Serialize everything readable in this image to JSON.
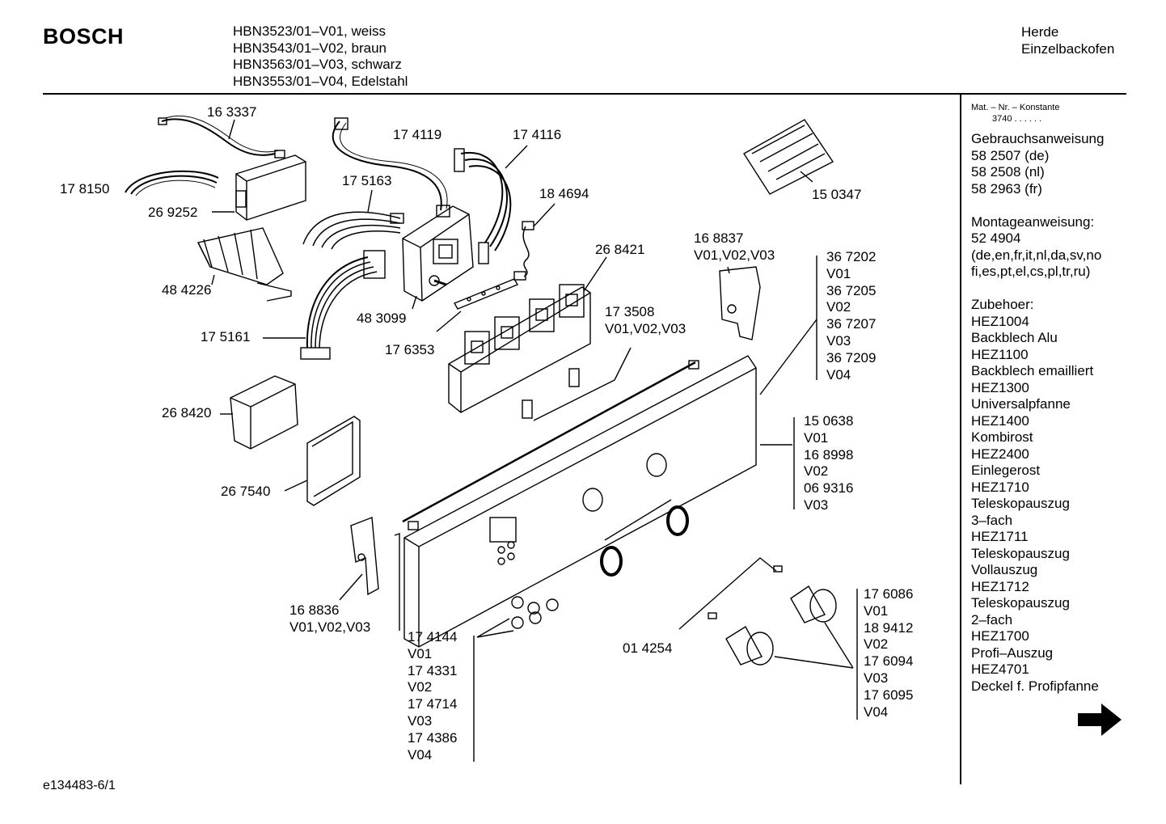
{
  "header": {
    "brand": "BOSCH",
    "models": [
      "HBN3523/01–V01, weiss",
      "HBN3543/01–V02, braun",
      "HBN3563/01–V03, schwarz",
      "HBN3553/01–V04, Edelstahl"
    ],
    "category": [
      "Herde",
      "Einzelbackofen"
    ]
  },
  "sidebar": {
    "mat_nr_label": "Mat. – Nr. – Konstante",
    "mat_nr_value": "3740  .  .  .  .  .  .",
    "gebrauch": {
      "title": "Gebrauchsanweisung",
      "items": [
        "58 2507 (de)",
        "58 2508 (nl)",
        "58 2963 (fr)"
      ]
    },
    "montage": {
      "title": "Montageanweisung:",
      "items": [
        "52 4904",
        "(de,en,fr,it,nl,da,sv,no",
        "fi,es,pt,el,cs,pl,tr,ru)"
      ]
    },
    "zubehoer": {
      "title": "Zubehoer:",
      "items": [
        "HEZ1004",
        "Backblech Alu",
        "HEZ1100",
        "Backblech emailliert",
        "HEZ1300",
        "Universalpfanne",
        "HEZ1400",
        "Kombirost",
        "HEZ2400",
        "Einlegerost",
        "HEZ1710",
        "Teleskopauszug",
        "3–fach",
        "HEZ1711",
        "Teleskopauszug",
        "Vollauszug",
        "HEZ1712",
        "Teleskopauszug",
        "2–fach",
        "HEZ1700",
        "Profi–Auszug",
        "HEZ4701",
        "Deckel f. Profipfanne"
      ]
    },
    "next_icon": "arrow-right-icon"
  },
  "footer": {
    "doc_id": "e134483-6/1"
  },
  "parts": {
    "p163337": "16 3337",
    "p178150": "17 8150",
    "p269252": "26 9252",
    "p484226": "48 4226",
    "p175161": "17 5161",
    "p268420": "26 8420",
    "p267540": "26 7540",
    "p168836": [
      "16 8836",
      "V01,V02,V03"
    ],
    "p174119": "17 4119",
    "p175163": "17 5163",
    "p174116": "17 4116",
    "p184694": "18 4694",
    "p483099": "48 3099",
    "p176353": "17 6353",
    "p268421": "26 8421",
    "p173508": [
      "17 3508",
      "V01,V02,V03"
    ],
    "p168837": [
      "16 8837",
      "V01,V02,V03"
    ],
    "p150347": "15 0347",
    "p367202": [
      "36 7202",
      "V01",
      "36 7205",
      "V02",
      "36 7207",
      "V03",
      "36 7209",
      "V04"
    ],
    "p150638": [
      "15 0638",
      "V01",
      "16 8998",
      "V02",
      "06 9316",
      "V03"
    ],
    "p174144": [
      "17 4144",
      "V01",
      "17 4331",
      "V02",
      "17 4714",
      "V03",
      "17 4386",
      "V04"
    ],
    "p014254": "01 4254",
    "p176086": [
      "17 6086",
      "V01",
      "18 9412",
      "V02",
      "17 6094",
      "V03",
      "17 6095",
      "V04"
    ]
  }
}
